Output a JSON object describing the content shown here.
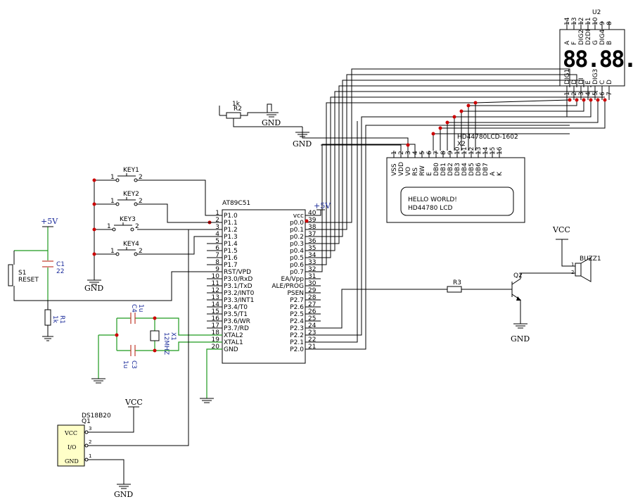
{
  "mcu": {
    "name": "AT89C51",
    "left_pins": [
      {
        "num": "1",
        "name": "P1.0"
      },
      {
        "num": "2",
        "name": "P1.1"
      },
      {
        "num": "3",
        "name": "P1.2"
      },
      {
        "num": "4",
        "name": "P1.3"
      },
      {
        "num": "5",
        "name": "P1.4"
      },
      {
        "num": "6",
        "name": "P1.5"
      },
      {
        "num": "7",
        "name": "P1.6"
      },
      {
        "num": "8",
        "name": "P1.7"
      },
      {
        "num": "9",
        "name": "RST/VPD"
      },
      {
        "num": "10",
        "name": "P3.0/RxD"
      },
      {
        "num": "11",
        "name": "P3.1/TxD"
      },
      {
        "num": "12",
        "name": "P3.2/INT0"
      },
      {
        "num": "13",
        "name": "P3.3/INT1"
      },
      {
        "num": "14",
        "name": "P3.4/T0"
      },
      {
        "num": "15",
        "name": "P3.5/T1"
      },
      {
        "num": "16",
        "name": "P3.6/WR"
      },
      {
        "num": "17",
        "name": "P3.7/RD"
      },
      {
        "num": "18",
        "name": "XTAL2"
      },
      {
        "num": "19",
        "name": "XTAL1"
      },
      {
        "num": "20",
        "name": "GND"
      }
    ],
    "right_pins": [
      {
        "num": "40",
        "name": "vcc"
      },
      {
        "num": "39",
        "name": "p0.0"
      },
      {
        "num": "38",
        "name": "p0.1"
      },
      {
        "num": "37",
        "name": "p0.2"
      },
      {
        "num": "36",
        "name": "p0.3"
      },
      {
        "num": "35",
        "name": "p0.4"
      },
      {
        "num": "34",
        "name": "p0.5"
      },
      {
        "num": "33",
        "name": "p0.6"
      },
      {
        "num": "32",
        "name": "p0.7"
      },
      {
        "num": "31",
        "name": "EA/Vpp"
      },
      {
        "num": "30",
        "name": "ALE/PROG"
      },
      {
        "num": "29",
        "name": "PSEN"
      },
      {
        "num": "28",
        "name": "P2.7"
      },
      {
        "num": "27",
        "name": "P2.6"
      },
      {
        "num": "26",
        "name": "P2.5"
      },
      {
        "num": "25",
        "name": "P2.4"
      },
      {
        "num": "24",
        "name": "P2.3"
      },
      {
        "num": "23",
        "name": "P2.2"
      },
      {
        "num": "22",
        "name": "P2.1"
      },
      {
        "num": "21",
        "name": "P2.0"
      }
    ]
  },
  "lcd": {
    "ref": "X2",
    "part": "HD44780LCD-1602",
    "pin_names": [
      "VSS",
      "VDD",
      "VO",
      "RS",
      "RW",
      "E",
      "DB0",
      "DB1",
      "DB2",
      "DB3",
      "DB4",
      "DB5",
      "DB6",
      "DB7",
      "A",
      "K"
    ],
    "pin_nums": [
      "1",
      "2",
      "3",
      "4",
      "5",
      "6",
      "7",
      "8",
      "9",
      "10",
      "11",
      "12",
      "13",
      "14",
      "15",
      "16"
    ],
    "line1": "HELLO WORLD!",
    "line2": "HD44780 LCD"
  },
  "display7": {
    "ref": "U2",
    "top_names": [
      "A",
      "F",
      "DIG2",
      "D2DI",
      "G",
      "DIG4",
      "B"
    ],
    "top_nums": [
      "14",
      "13",
      "12",
      "11",
      "10",
      "9",
      "8"
    ],
    "bottom_names": [
      "DIG1",
      "D",
      "DI",
      "E",
      "DIG3",
      "C",
      "D"
    ],
    "bottom_nums": [
      "1",
      "2",
      "3",
      "4",
      "5",
      "6",
      "7"
    ]
  },
  "keys": [
    "KEY1",
    "KEY2",
    "KEY3",
    "KEY4"
  ],
  "key_pin1": "1",
  "key_pin2": "2",
  "reset": {
    "ref": "S1",
    "label": "RESET"
  },
  "c1": {
    "ref": "C1",
    "value": "22"
  },
  "r1": {
    "ref": "R1",
    "value": "1k"
  },
  "c3": {
    "ref": "C3",
    "value": "1u"
  },
  "c4": {
    "ref": "C4",
    "value": "1u"
  },
  "x1": {
    "ref": "X1",
    "value": "12MHZ"
  },
  "r2": {
    "ref": "R2",
    "value": "1k"
  },
  "r3": {
    "ref": "R3"
  },
  "q2": {
    "ref": "Q2"
  },
  "buzz": {
    "ref": "BUZZ1",
    "pin1": "1",
    "pin2": "2"
  },
  "ds": {
    "ref": "Q1",
    "part": "DS18B20",
    "pins": [
      "VCC",
      "I/O",
      "GND"
    ],
    "pin_nums": [
      "3",
      "2",
      "1"
    ]
  },
  "nets": {
    "vcc": "VCC",
    "gnd": "GND",
    "plus5v": "+5V"
  }
}
